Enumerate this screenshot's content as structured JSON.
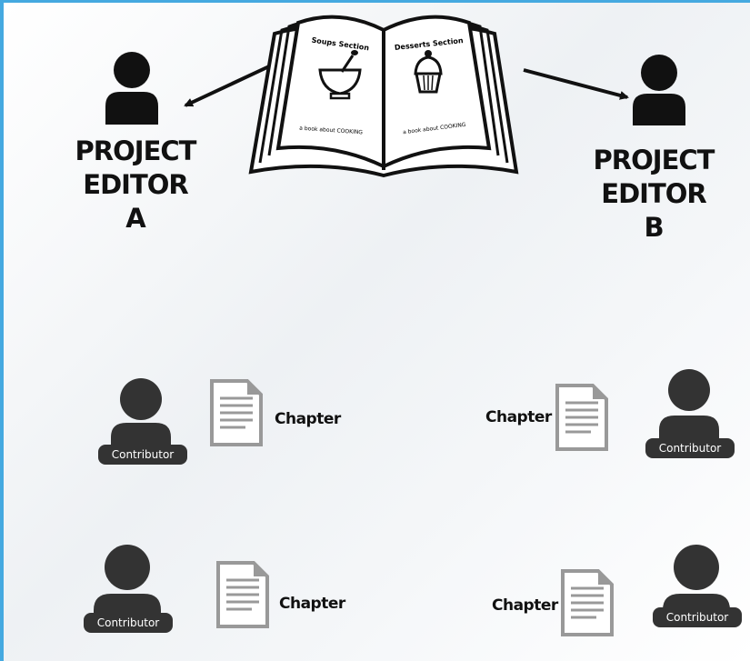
{
  "book": {
    "left_page_title": "Soups Section",
    "right_page_title": "Desserts Section",
    "left_page_footer": "a book about COOKING",
    "right_page_footer": "a book about COOKING"
  },
  "editor_a": {
    "line1": "PROJECT",
    "line2": "EDITOR",
    "line3": "A"
  },
  "editor_b": {
    "line1": "PROJECT",
    "line2": "EDITOR",
    "line3": "B"
  },
  "contributors": [
    {
      "badge": "Contributor",
      "chapter": "Chapter"
    },
    {
      "badge": "Contributor",
      "chapter": "Chapter"
    },
    {
      "badge": "Contributor",
      "chapter": "Chapter"
    },
    {
      "badge": "Contributor",
      "chapter": "Chapter"
    }
  ],
  "colors": {
    "border": "#45a9e0",
    "icon": "#111111",
    "contributor_icon": "#333333",
    "document": "#999999"
  }
}
